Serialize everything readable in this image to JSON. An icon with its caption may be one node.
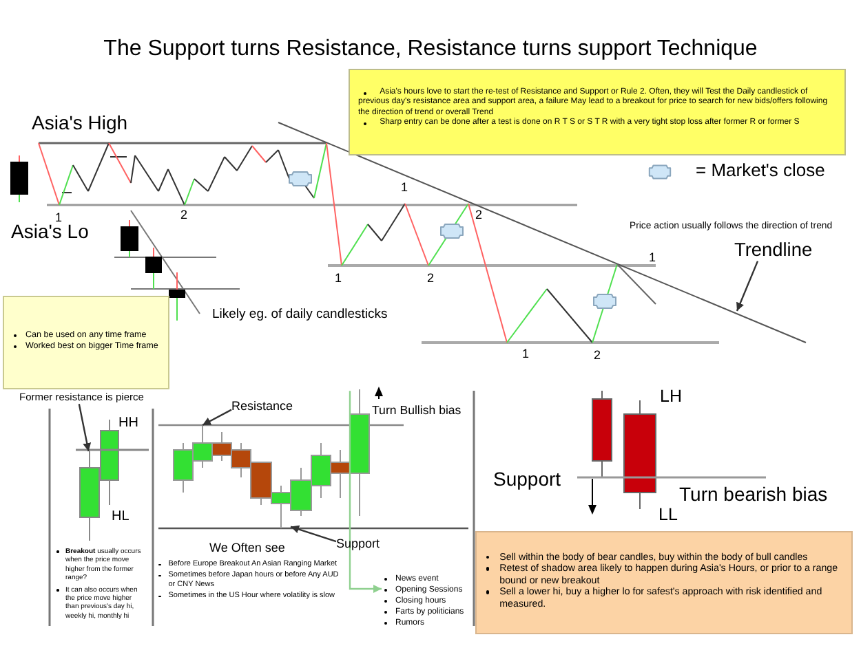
{
  "diagram": {
    "title": "The Support turns Resistance, Resistance turns support Technique",
    "nodes": [
      {
        "text": [
          "Asia's hours love to start the re-test of Resistance and Support or Rule 2. Often, they will Test the Daily candlestick of previous day's resistance area and support area, a failure May lead to a breakout for price to search for new bids/offers following the direction of trend or overall Trend",
          "Sharp entry can be done after a test is done on R T S or S T R with a very tight stop loss after former R or former S"
        ]
      },
      {
        "text": [
          "Trendline"
        ]
      },
      {
        "text": [
          "Can be used on any time frame",
          "Worked best on bigger Time frame"
        ]
      },
      {
        "text": [
          "Former resistance is pierce"
        ]
      },
      {
        "text": [
          "Resistance"
        ]
      },
      {
        "text": [
          "Support"
        ]
      },
      {
        "text": [
          "Sell within the body of bear candles, buy within the body of bull candles",
          "Retest of shadow area likely to happen during Asia's Hours, or prior to a range bound or new breakout",
          "Sell a lower hi, buy a higher lo for safest's approach with risk identified and measured."
        ]
      },
      {
        "text": [
          "News event",
          "Opening Sessions",
          "Closing hours",
          "Farts by politicians",
          "Rumors"
        ]
      },
      {
        "text": [],
        "shape": "bar"
      },
      {
        "text": [],
        "shape": "bar"
      },
      {
        "text": [],
        "shape": "bar"
      },
      {
        "text": [],
        "shape": "bar"
      }
    ],
    "edges": [
      {
        "from": 1,
        "to": null,
        "arrow": "to"
      },
      {
        "from": 3,
        "to": 11,
        "arrow": "to"
      },
      {
        "from": 4,
        "to": 9,
        "arrow": "to"
      },
      {
        "from": 5,
        "to": 10,
        "arrow": "to"
      },
      {
        "from": 8,
        "to": 7,
        "arrow": "to",
        "color": "#8fd08f"
      }
    ],
    "labels": [
      "Asia's High",
      "1",
      "2",
      "1",
      "2",
      "Price action usually follows the direction of trend",
      "Asia's Lo",
      "1",
      "1",
      "2",
      "Likely eg. of daily candlesticks",
      "1",
      "2",
      "HH",
      "Turn Bullish bias",
      "LH",
      "Support",
      "Turn bearish bias",
      "HL",
      "LL",
      "We Often see",
      "**Breakout** usually occurs when the price move higher from the former range?",
      "It can also occurs when the price move higher than previous's day hi, weekly hi, monthly hi",
      "Before Europe Breakout An Asian Ranging Market",
      "Sometimes before Japan hours or before Any AUD or CNY News",
      "Sometimes in the US Hour where volatility is slow"
    ],
    "legend": [
      {
        "text": "= Market's close"
      }
    ]
  }
}
